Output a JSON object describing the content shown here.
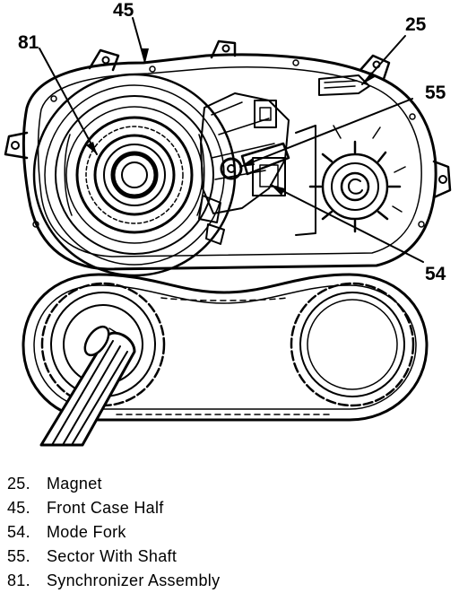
{
  "callouts": {
    "c25": "25",
    "c45": "45",
    "c55": "55",
    "c54": "54",
    "c81": "81"
  },
  "legend": [
    {
      "num": "25.",
      "text": "Magnet"
    },
    {
      "num": "45.",
      "text": "Front Case Half"
    },
    {
      "num": "54.",
      "text": "Mode Fork"
    },
    {
      "num": "55.",
      "text": "Sector With Shaft"
    },
    {
      "num": "81.",
      "text": "Synchronizer Assembly"
    }
  ]
}
